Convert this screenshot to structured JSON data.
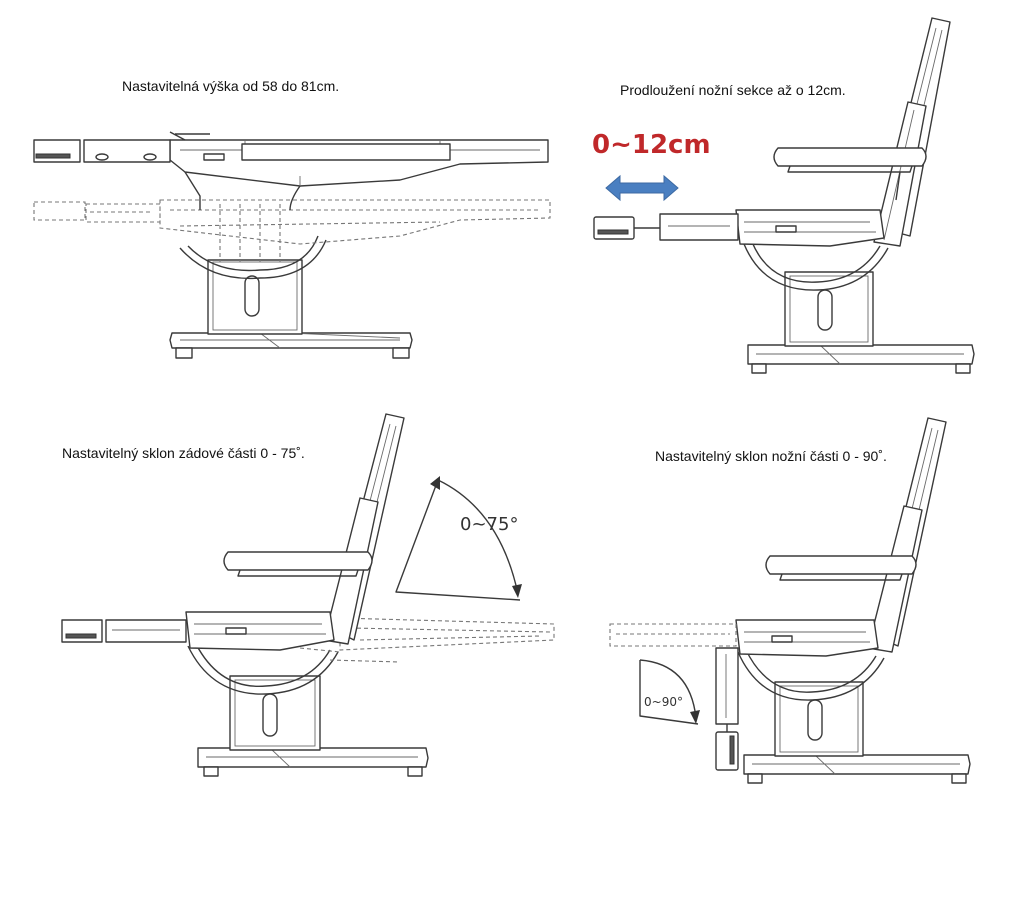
{
  "panels": {
    "height": {
      "caption": "Nastavitelná výška od 58 do 81cm."
    },
    "extension": {
      "caption": "Prodloužení nožní sekce až o 12cm.",
      "range_label": "0~12cm",
      "arrow_color": "#4a7fc1",
      "label_color": "#c0282a"
    },
    "backrest": {
      "caption": "Nastavitelný sklon zádové části 0 - 75˚.",
      "angle_label": "0~75°"
    },
    "legrest": {
      "caption": "Nastavitelný sklon nožní části 0 - 90˚.",
      "angle_label": "0~90°"
    }
  }
}
